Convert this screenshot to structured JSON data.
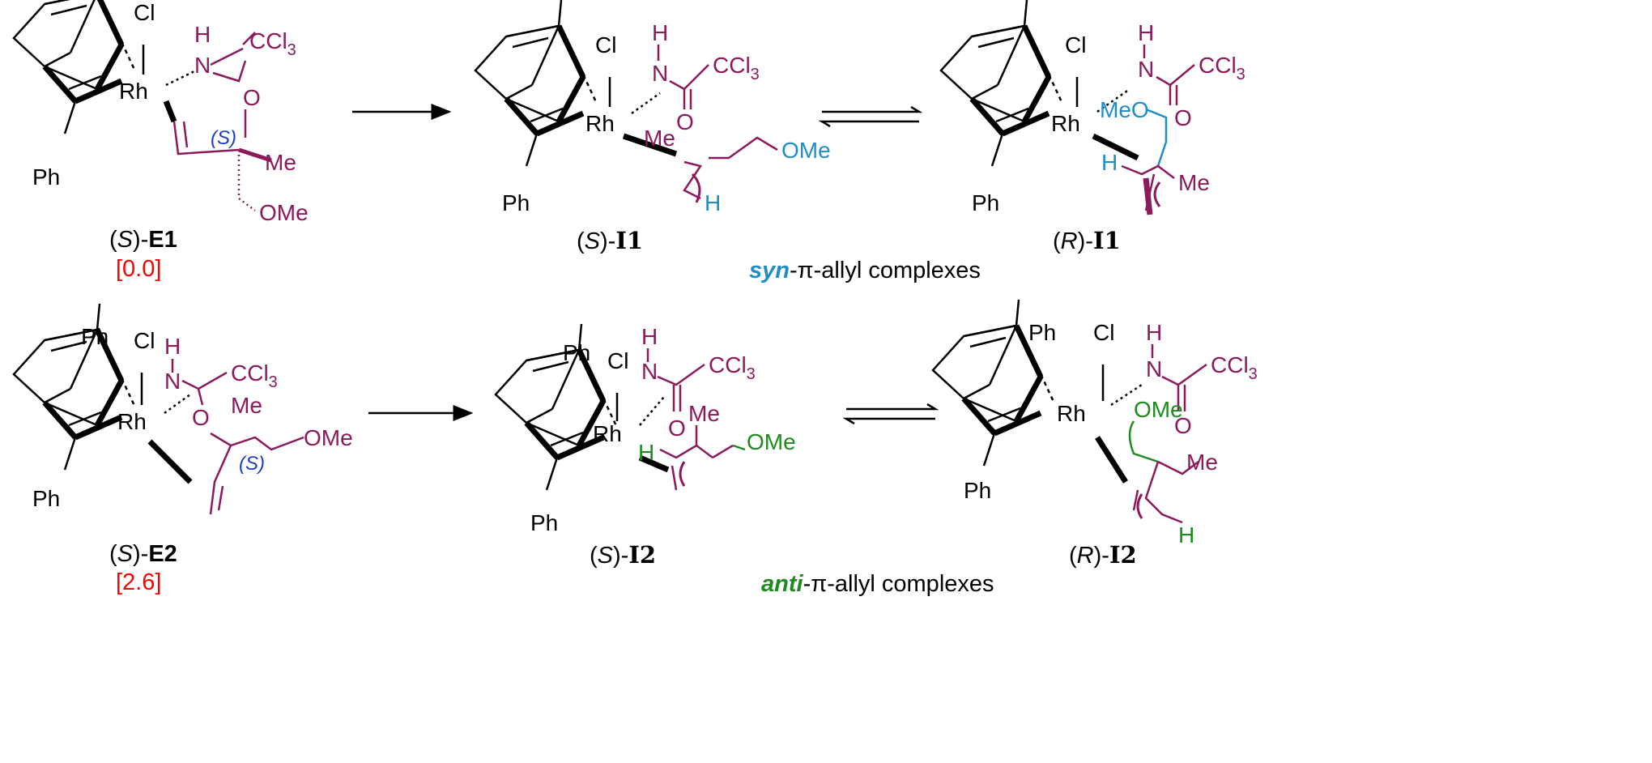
{
  "colors": {
    "black": "#000000",
    "substrate": "#8b1a5c",
    "syn_group": "#1e8ec6",
    "anti_group": "#1f8a1f",
    "stereo": "#1e3cc8",
    "energy": "#ff0000"
  },
  "atoms": {
    "ph": "Ph",
    "cl": "Cl",
    "rh": "Rh",
    "h": "H",
    "n": "N",
    "o": "O",
    "ccl": "CCl",
    "three": "3",
    "me": "Me",
    "ome": "OMe",
    "meo": "MeO",
    "s_label": "(S)"
  },
  "row1": {
    "e1": {
      "open": "(",
      "config": "S",
      "close": ")-",
      "name": "E1",
      "energy": "[0.0]"
    },
    "i1_s": {
      "open": "(",
      "config": "S",
      "close": ")-",
      "name": "I1"
    },
    "i1_r": {
      "open": "(",
      "config": "R",
      "close": ")-",
      "name": "I1"
    },
    "section_em": "syn",
    "section_rest": "-π-allyl complexes"
  },
  "row2": {
    "e2": {
      "open": "(",
      "config": "S",
      "close": ")-",
      "name": "E2",
      "energy": "[2.6]"
    },
    "i2_s": {
      "open": "(",
      "config": "S",
      "close": ")-",
      "name": "I2"
    },
    "i2_r": {
      "open": "(",
      "config": "R",
      "close": ")-",
      "name": "I2"
    },
    "section_em": "anti",
    "section_rest": "-π-allyl complexes"
  }
}
